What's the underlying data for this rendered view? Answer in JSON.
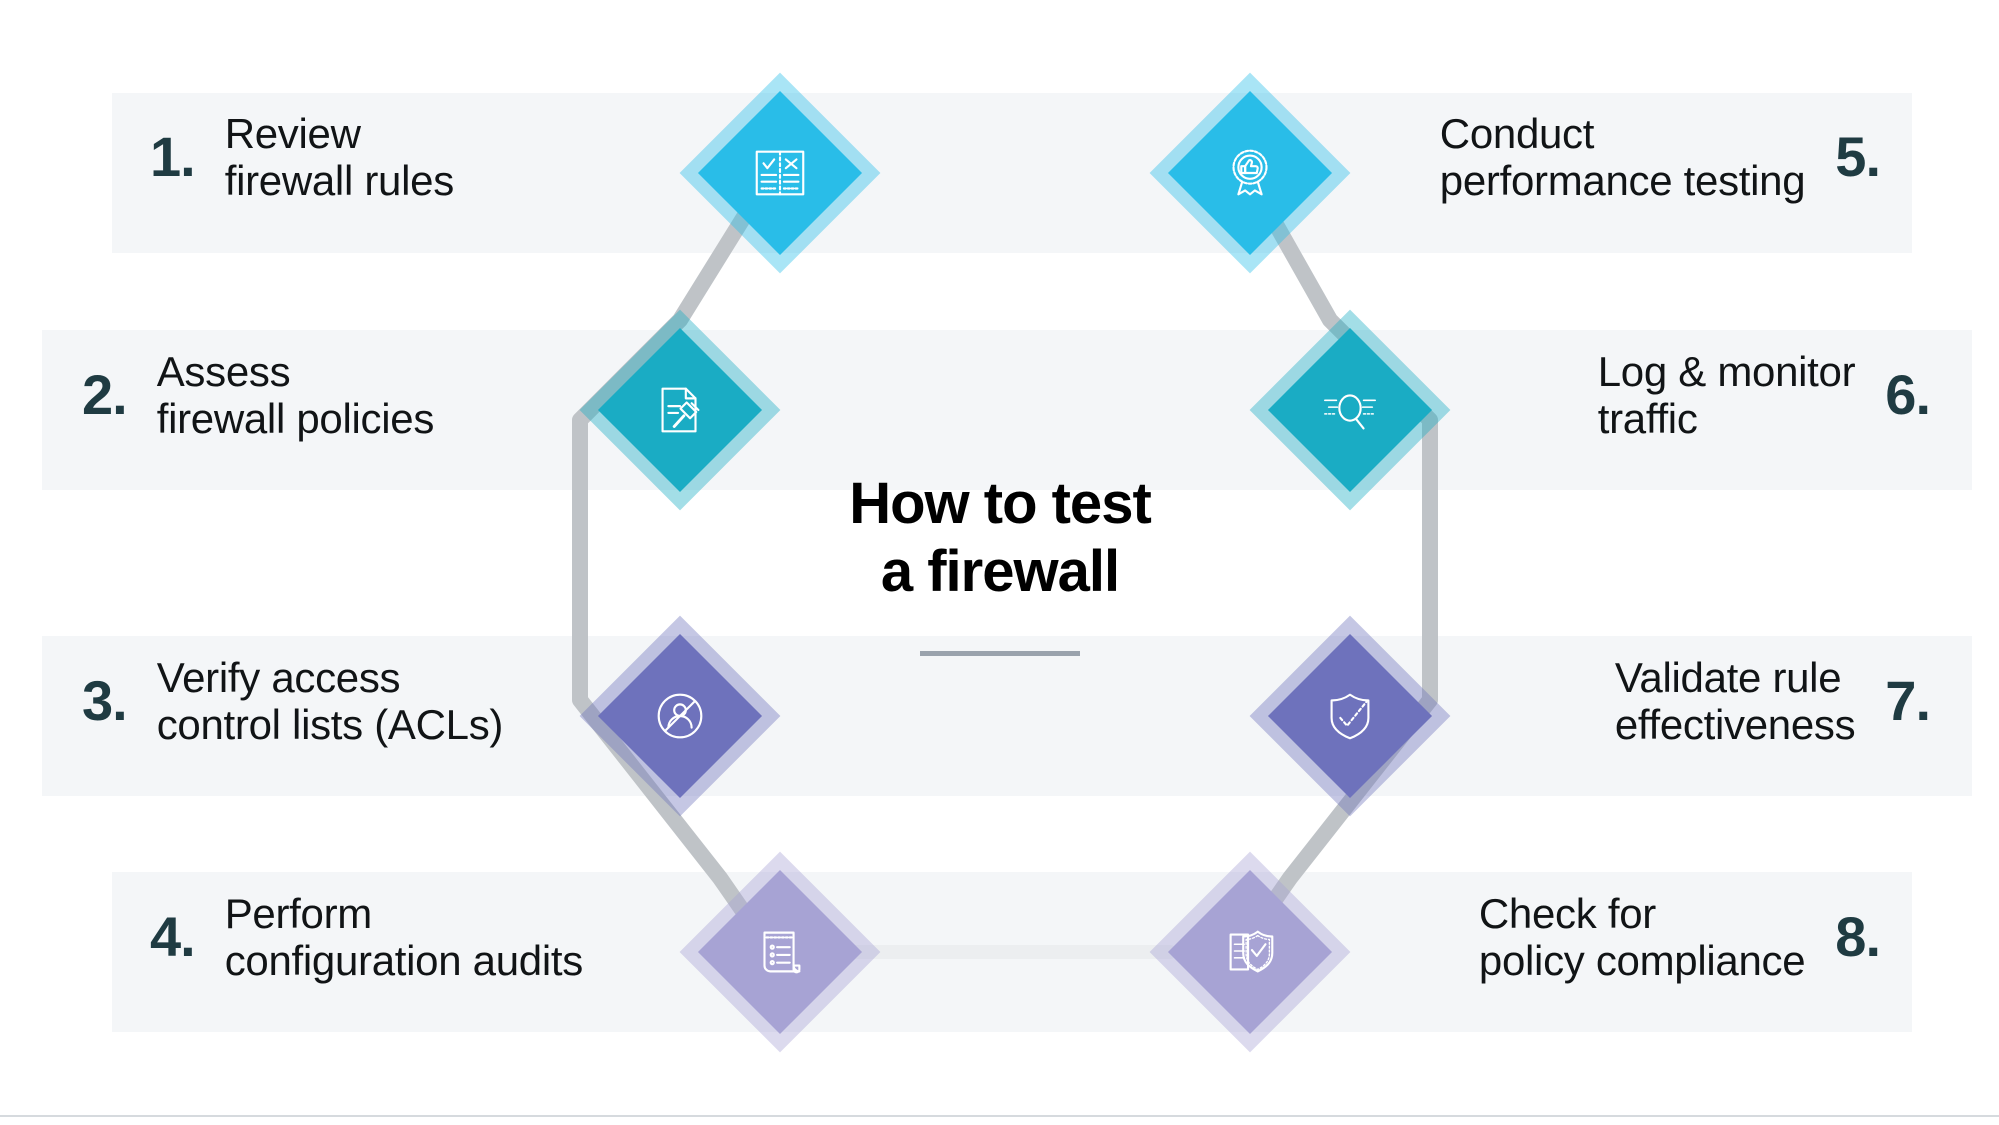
{
  "center": {
    "title": "How to test\na firewall",
    "divider_color": "#9aa3ad"
  },
  "palette": {
    "band": "#f4f6f8",
    "number": "#1f3b42",
    "text": "#111416",
    "connector": "#bfc3c7",
    "step1": "#29bde8",
    "step2": "#1aacc4",
    "step3": "#6e72bc",
    "step4": "#a7a3d4",
    "step5": "#29bde8",
    "step6": "#1aacc4",
    "step7": "#6e72bc",
    "step8": "#a7a3d4"
  },
  "steps": [
    {
      "number": "1.",
      "label": "Review\nfirewall rules",
      "icon": "rules-checklist-icon",
      "color": "#29bde8",
      "side": "left"
    },
    {
      "number": "2.",
      "label": "Assess\nfirewall policies",
      "icon": "policy-gavel-icon",
      "color": "#1aacc4",
      "side": "left"
    },
    {
      "number": "3.",
      "label": "Verify access\ncontrol lists (ACLs)",
      "icon": "blocked-user-icon",
      "color": "#6e72bc",
      "side": "left"
    },
    {
      "number": "4.",
      "label": "Perform\nconfiguration audits",
      "icon": "audit-scroll-icon",
      "color": "#a7a3d4",
      "side": "left"
    },
    {
      "number": "5.",
      "label": "Conduct\nperformance testing",
      "icon": "thumbs-up-award-icon",
      "color": "#29bde8",
      "side": "right"
    },
    {
      "number": "6.",
      "label": "Log & monitor\ntraffic",
      "icon": "traffic-magnifier-icon",
      "color": "#1aacc4",
      "side": "right"
    },
    {
      "number": "7.",
      "label": "Validate rule\neffectiveness",
      "icon": "shield-check-icon",
      "color": "#6e72bc",
      "side": "right"
    },
    {
      "number": "8.",
      "label": "Check for\npolicy compliance",
      "icon": "compliance-doc-shield-icon",
      "color": "#a7a3d4",
      "side": "right"
    }
  ]
}
